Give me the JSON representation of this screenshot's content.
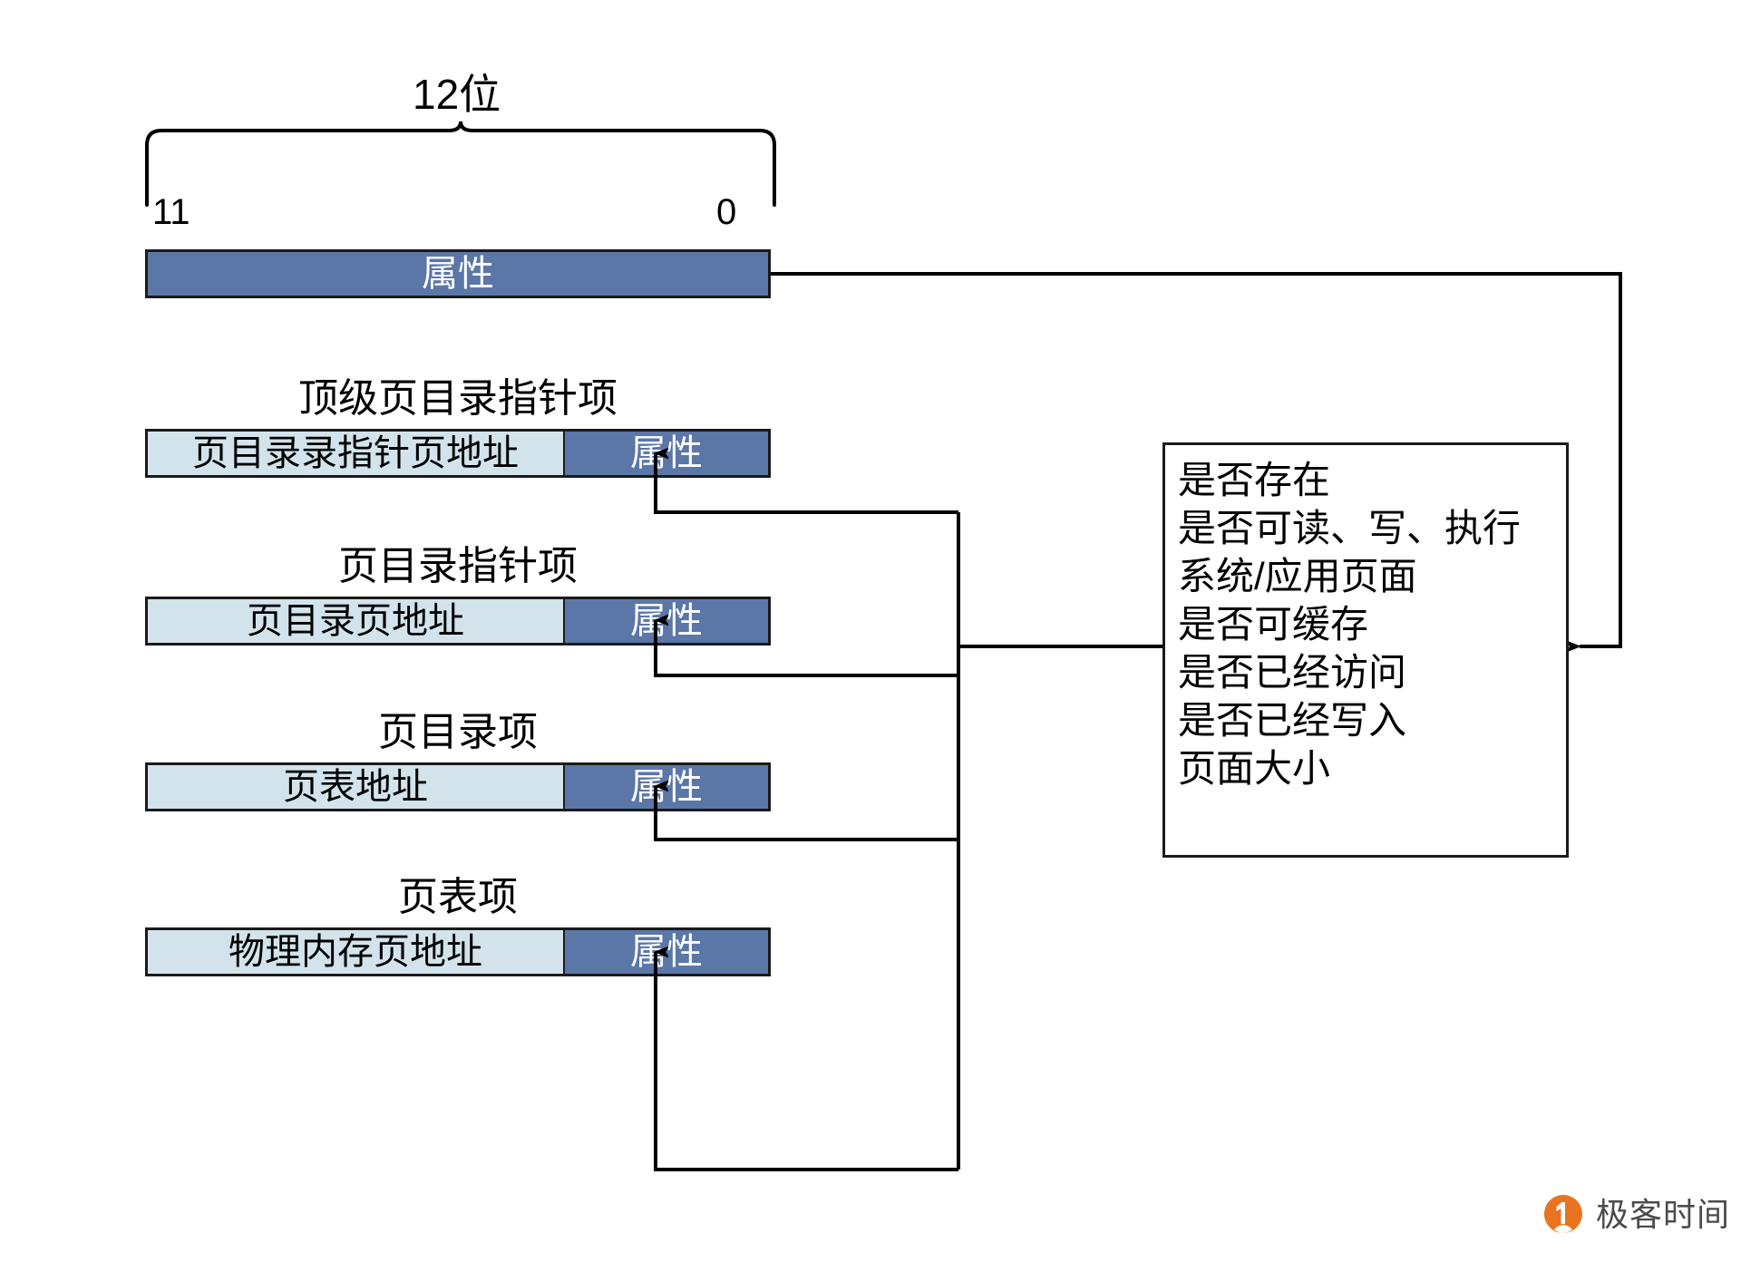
{
  "diagram": {
    "bits_label": "12位",
    "bit_high": "11",
    "bit_low": "0",
    "attribute_label": "属性",
    "colors": {
      "address_fill": "#d3e3ec",
      "attribute_fill": "#5b77a8",
      "outline": "#1a1a1a",
      "logo_orange": "#e8741f"
    },
    "top_field": {
      "label": "属性"
    },
    "entries": [
      {
        "title": "顶级页目录指针项",
        "address_label": "页目录录指针页地址",
        "attribute_label": "属性"
      },
      {
        "title": "页目录指针项",
        "address_label": "页目录页地址",
        "attribute_label": "属性"
      },
      {
        "title": "页目录项",
        "address_label": "页表地址",
        "attribute_label": "属性"
      },
      {
        "title": "页表项",
        "address_label": "物理内存页地址",
        "attribute_label": "属性"
      }
    ],
    "attribute_box": {
      "lines": [
        "是否存在",
        "是否可读、写、执行",
        "系统/应用页面",
        "是否可缓存",
        "是否已经访问",
        "是否已经写入",
        "页面大小"
      ]
    }
  },
  "logo": {
    "text": "极客时间"
  }
}
